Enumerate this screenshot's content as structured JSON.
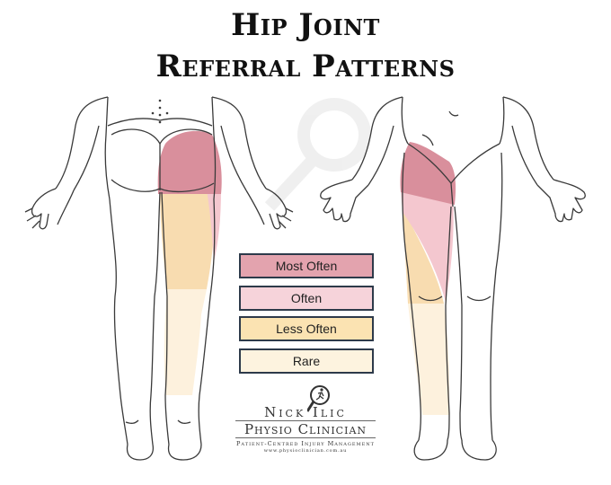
{
  "title": {
    "line1": "Hip Joint",
    "line2": "Referral Patterns"
  },
  "legend": [
    {
      "label": "Most Often",
      "color": "#e3a3ae"
    },
    {
      "label": "Often",
      "color": "#f6d3da"
    },
    {
      "label": "Less Often",
      "color": "#fbe3b2"
    },
    {
      "label": "Rare",
      "color": "#fdf3df"
    }
  ],
  "brand": {
    "line1": "Nick Ilic",
    "line2": "Physio Clinician",
    "tagline": "Patient-Centred Injury Management",
    "url": "www.physioclinician.com.au"
  },
  "colors": {
    "most_often": "#d98f9c",
    "often": "#f4c7cf",
    "less_often": "#f8dcb0",
    "rare": "#fdf1dd",
    "outline": "#3a3a3a",
    "legend_border": "#2d3a4a"
  }
}
